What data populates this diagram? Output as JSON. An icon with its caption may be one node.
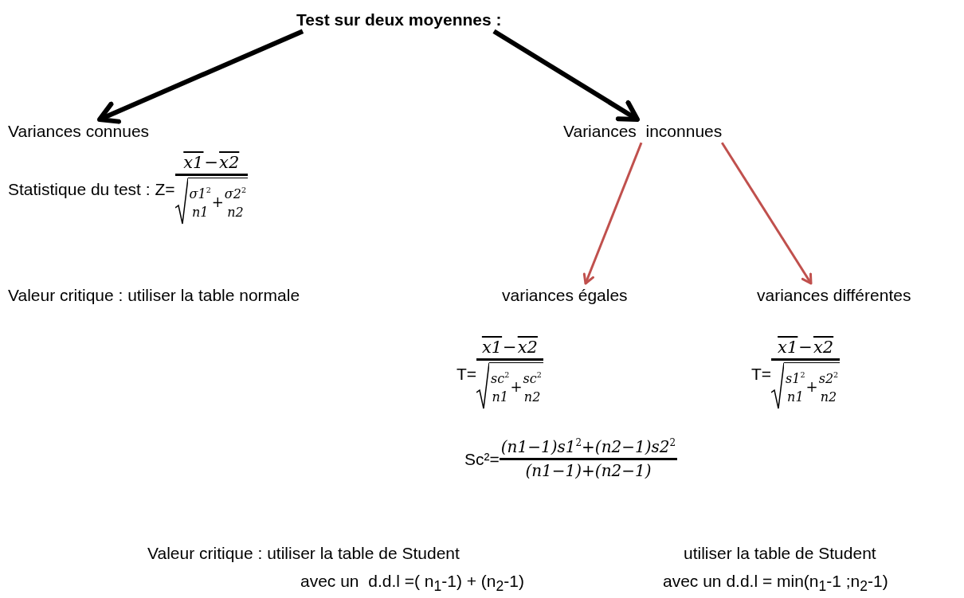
{
  "diagram": {
    "nodes": [
      {
        "text": [
          "Test sur deux moyennes :"
        ]
      },
      {
        "text": [
          "Variances connues"
        ]
      },
      {
        "text": [
          "Variances  inconnues"
        ]
      },
      {
        "text": [
          "variances égales"
        ]
      },
      {
        "text": [
          "variances différentes"
        ]
      }
    ],
    "edges": [
      {
        "from": 0,
        "to": 1,
        "arrow": "to",
        "style": "thick"
      },
      {
        "from": 0,
        "to": 2,
        "arrow": "to",
        "style": "thick"
      },
      {
        "from": 2,
        "to": 3,
        "arrow": "to",
        "color": "#c0504d"
      },
      {
        "from": 2,
        "to": 4,
        "arrow": "to",
        "color": "#c0504d"
      }
    ],
    "labels": [
      "Statistique du test : Z=",
      "x1",
      "−",
      "x2",
      "σ1$^{2}$",
      "n1",
      "+",
      "σ2$^{2}$",
      "n2",
      "Valeur critique : utiliser la table normale",
      "T=",
      "x1",
      "−",
      "x2",
      "sc$^{2}$",
      "n1",
      "+",
      "sc$^{2}$",
      "n2",
      "T=",
      "x1",
      "−",
      "x2",
      "s1$^{2}$",
      "n1",
      "+",
      "s2$^{2}$",
      "n2",
      "Sc²=",
      "(n1−1)s1$^{2}$+(n2−1)s2$^{2}$",
      "(n1−1)+(n2−1)",
      "Valeur critique : utiliser la table de Student",
      "avec un  d.d.l =( n$_{1}$-1) + (n$_{2}$-1)",
      "utiliser la table de Student",
      "avec un d.d.l = min(n$_{1}$-1 ;n$_{2}$-1)"
    ]
  }
}
